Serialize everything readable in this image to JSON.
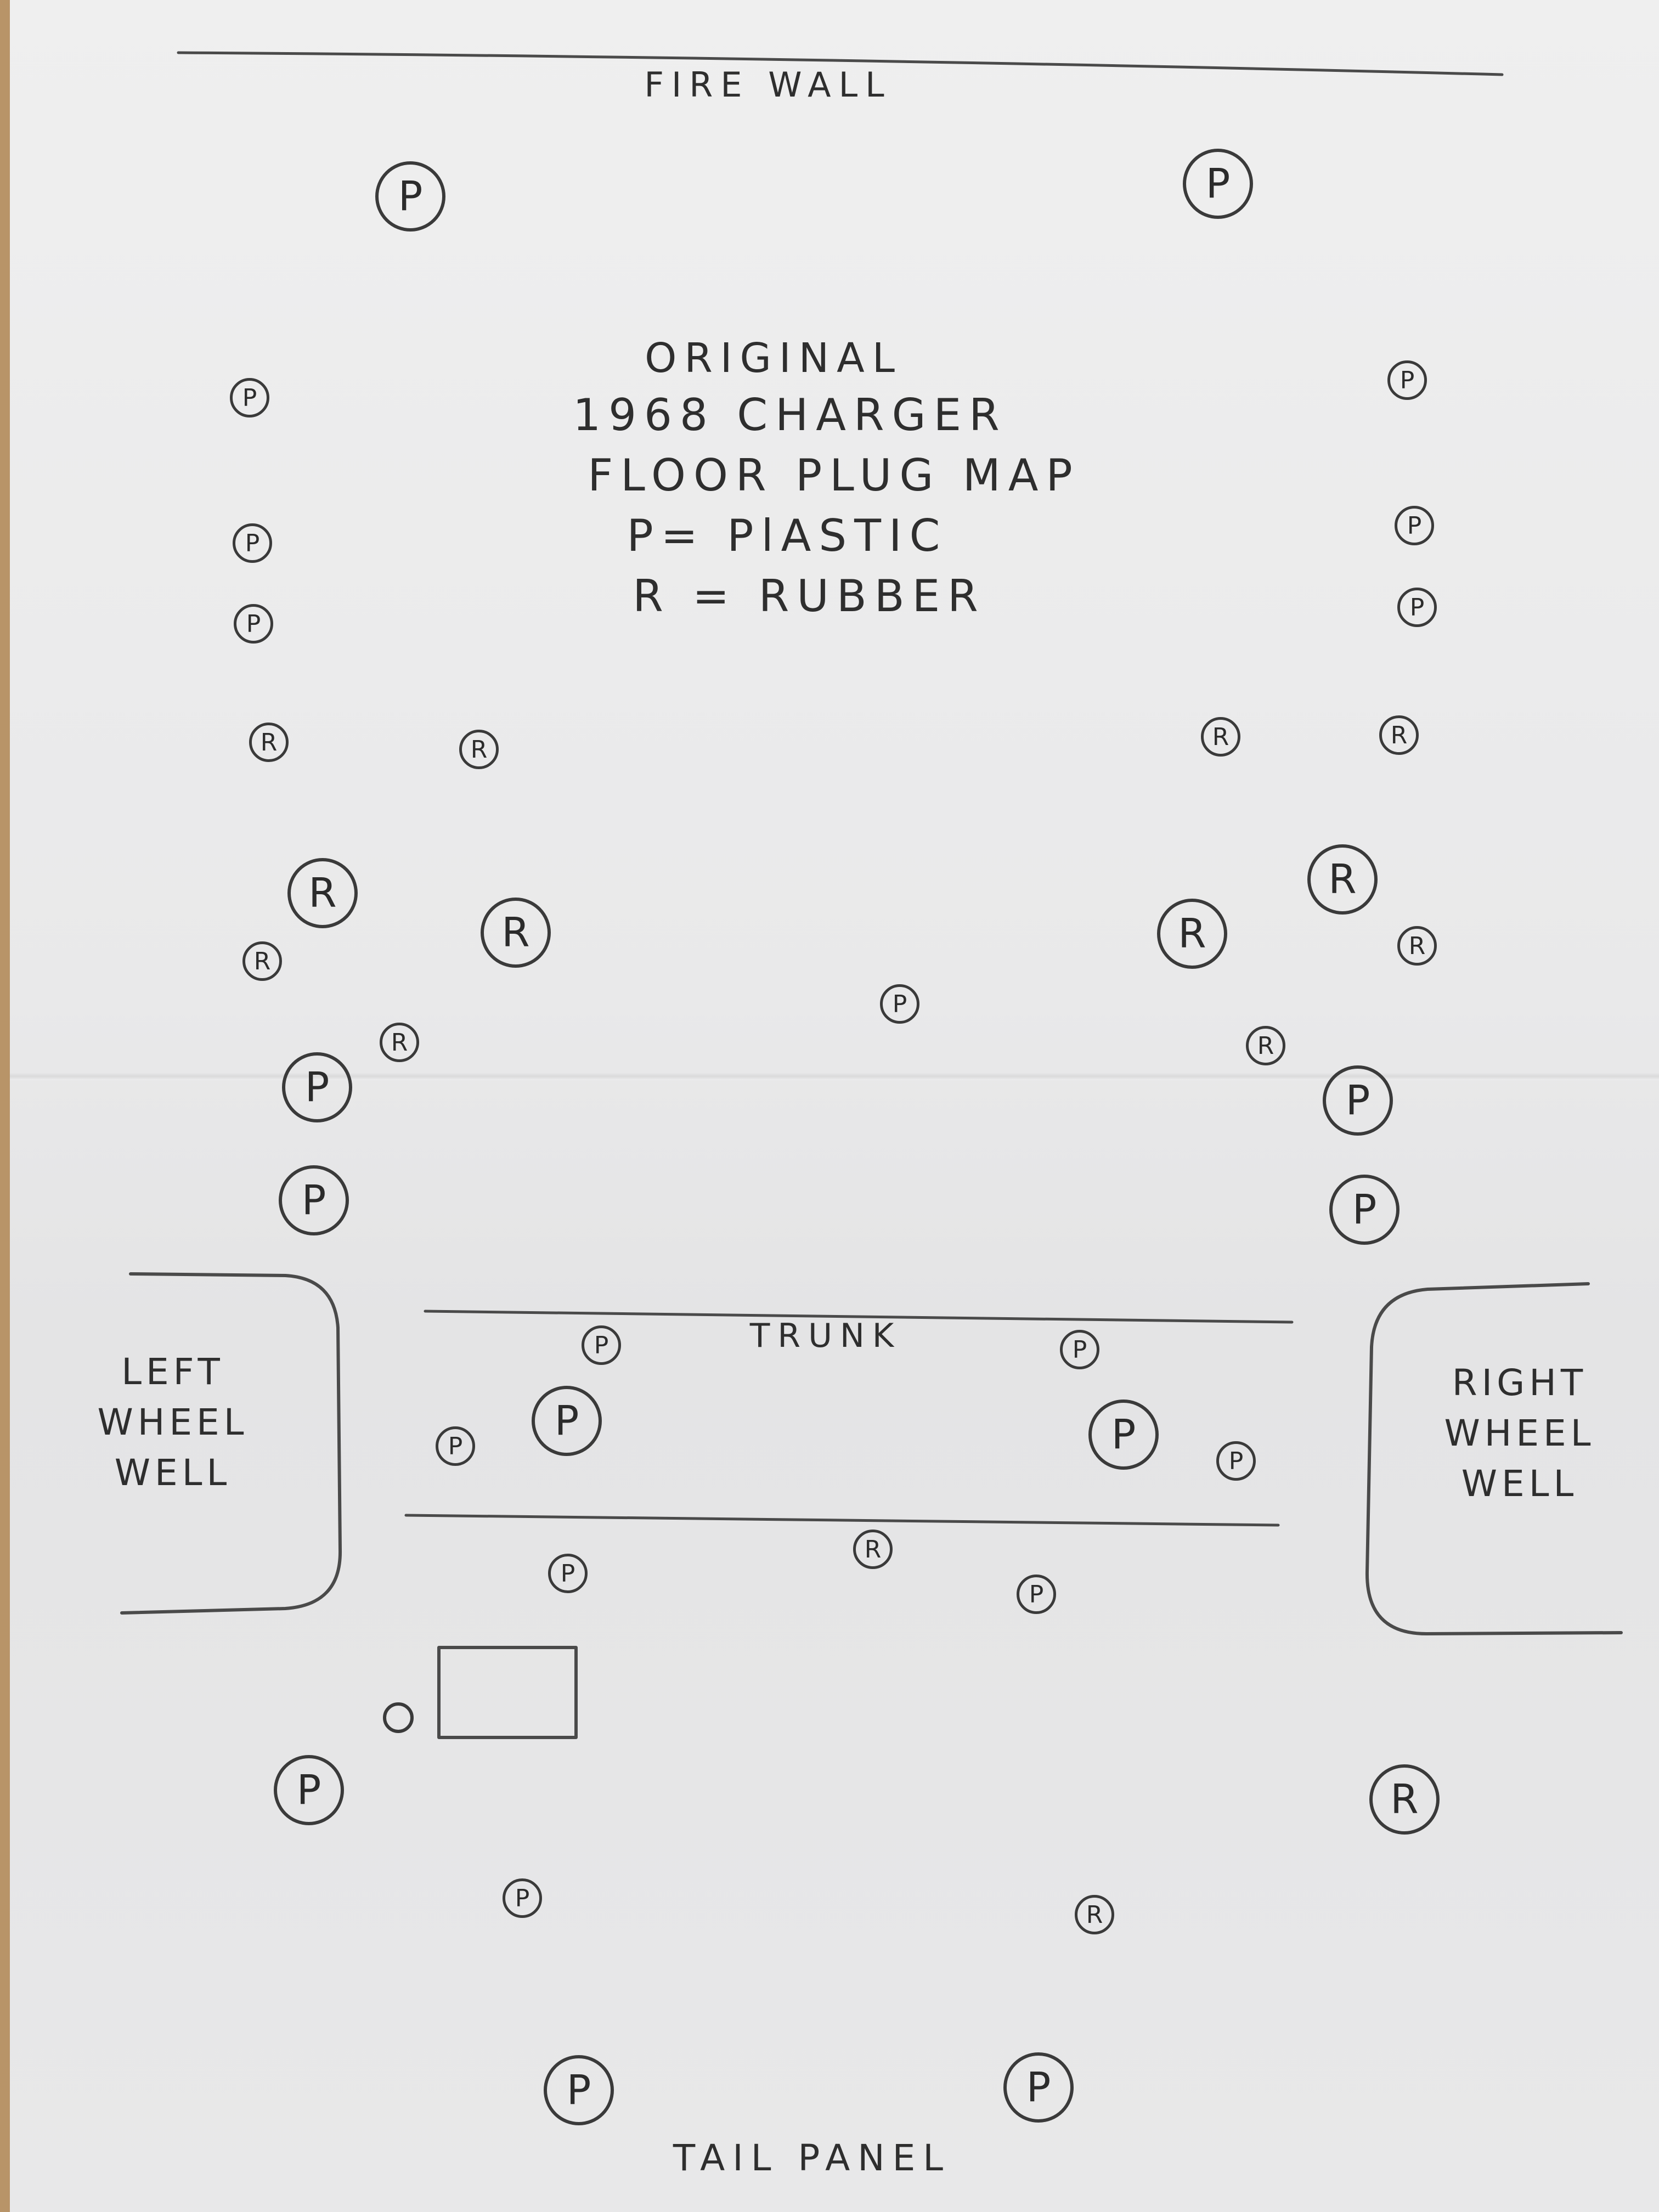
{
  "labels": {
    "top": "FIRE WALL",
    "title_lines": [
      "ORIGINAL",
      "1968 CHARGER",
      "FLOOR PLUG MAP",
      "P= PlASTIC",
      "R = RUBBER"
    ],
    "trunk": "TRUNK",
    "left_wheel_well": [
      "LEFT",
      "WHEEL",
      "WELL"
    ],
    "right_wheel_well": [
      "RIGHT",
      "WHEEL",
      "WELL"
    ],
    "bottom": "TAIL PANEL"
  },
  "plugs": [
    {
      "type": "P",
      "size": "large",
      "id": "plug-1"
    },
    {
      "type": "P",
      "size": "large",
      "id": "plug-2"
    },
    {
      "type": "P",
      "size": "small",
      "id": "plug-3"
    },
    {
      "type": "P",
      "size": "small",
      "id": "plug-4"
    },
    {
      "type": "P",
      "size": "small",
      "id": "plug-5"
    },
    {
      "type": "P",
      "size": "small",
      "id": "plug-6"
    },
    {
      "type": "P",
      "size": "small",
      "id": "plug-7"
    },
    {
      "type": "P",
      "size": "small",
      "id": "plug-8"
    },
    {
      "type": "R",
      "size": "small",
      "id": "plug-9"
    },
    {
      "type": "R",
      "size": "small",
      "id": "plug-10"
    },
    {
      "type": "R",
      "size": "small",
      "id": "plug-11"
    },
    {
      "type": "R",
      "size": "small",
      "id": "plug-12"
    },
    {
      "type": "R",
      "size": "large",
      "id": "plug-13"
    },
    {
      "type": "R",
      "size": "large",
      "id": "plug-14"
    },
    {
      "type": "R",
      "size": "large",
      "id": "plug-15"
    },
    {
      "type": "R",
      "size": "large",
      "id": "plug-16"
    },
    {
      "type": "R",
      "size": "small",
      "id": "plug-17"
    },
    {
      "type": "R",
      "size": "small",
      "id": "plug-18"
    },
    {
      "type": "P",
      "size": "small",
      "id": "plug-19"
    },
    {
      "type": "R",
      "size": "small",
      "id": "plug-20"
    },
    {
      "type": "R",
      "size": "small",
      "id": "plug-21"
    },
    {
      "type": "P",
      "size": "large",
      "id": "plug-22"
    },
    {
      "type": "P",
      "size": "large",
      "id": "plug-23"
    },
    {
      "type": "P",
      "size": "large",
      "id": "plug-24"
    },
    {
      "type": "P",
      "size": "large",
      "id": "plug-25"
    },
    {
      "type": "P",
      "size": "small",
      "id": "plug-26"
    },
    {
      "type": "P",
      "size": "small",
      "id": "plug-27"
    },
    {
      "type": "P",
      "size": "small",
      "id": "plug-28"
    },
    {
      "type": "P",
      "size": "large",
      "id": "plug-29"
    },
    {
      "type": "P",
      "size": "large",
      "id": "plug-30"
    },
    {
      "type": "P",
      "size": "small",
      "id": "plug-31"
    },
    {
      "type": "P",
      "size": "small",
      "id": "plug-32"
    },
    {
      "type": "R",
      "size": "small",
      "id": "plug-33"
    },
    {
      "type": "P",
      "size": "small",
      "id": "plug-34"
    },
    {
      "type": "",
      "size": "open",
      "id": "plug-35"
    },
    {
      "type": "P",
      "size": "large",
      "id": "plug-36"
    },
    {
      "type": "R",
      "size": "large",
      "id": "plug-37"
    },
    {
      "type": "P",
      "size": "small",
      "id": "plug-38"
    },
    {
      "type": "R",
      "size": "small",
      "id": "plug-39"
    },
    {
      "type": "P",
      "size": "large",
      "id": "plug-40"
    },
    {
      "type": "P",
      "size": "large",
      "id": "plug-41"
    }
  ],
  "colors": {
    "ink": "#2e2e2e",
    "paper": "#ececed",
    "table": "#b89468"
  }
}
